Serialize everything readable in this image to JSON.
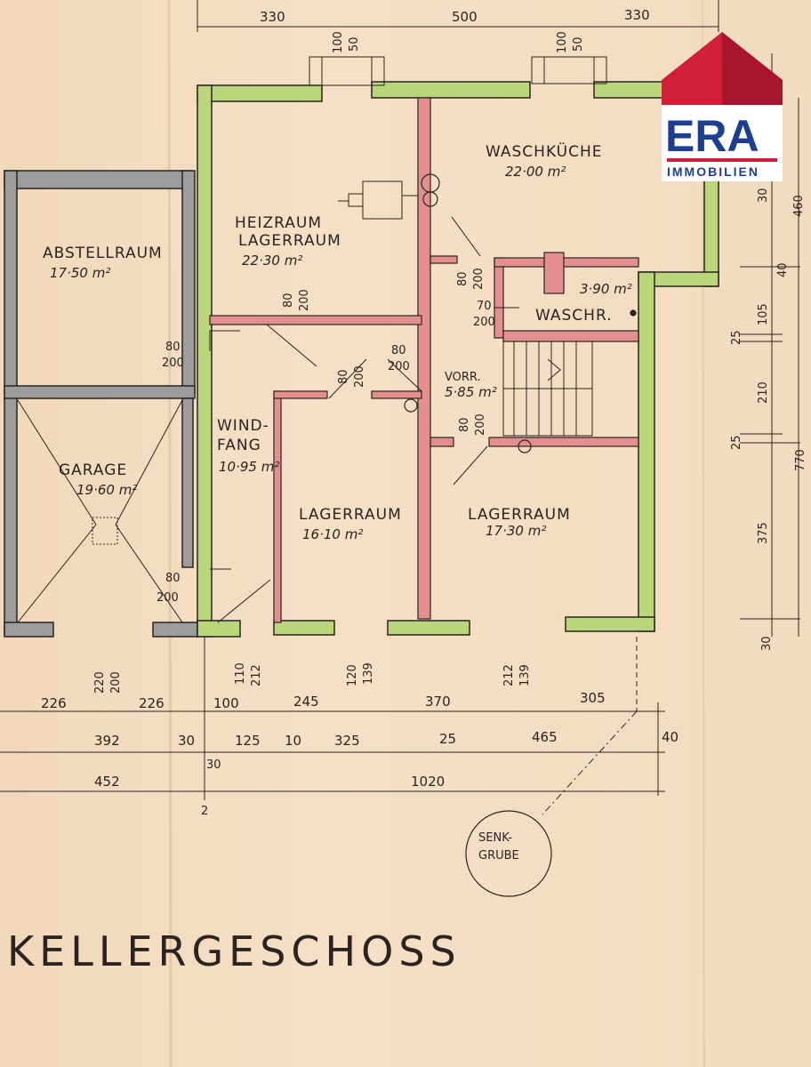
{
  "logo": {
    "brand": "ERA",
    "sub": "IMMOBILIEN",
    "red": "#d11f3b",
    "navy": "#1c3f91"
  },
  "title": "KELLERGESCHOSS",
  "colors": {
    "exterior_wall": "#b9d77a",
    "interior_wall": "#e38f8f",
    "garage_wall": "#9c9c9c",
    "line": "#2a2320"
  },
  "rooms": {
    "abstellraum": {
      "name": "ABSTELLRAUM",
      "area": "17·50 m²"
    },
    "garage": {
      "name": "GARAGE",
      "area": "19·60 m²"
    },
    "heizraum": {
      "name1": "HEIZRAUM",
      "name2": "LAGERRAUM",
      "area": "22·30 m²"
    },
    "waschkueche": {
      "name": "WASCHKÜCHE",
      "area": "22·00 m²"
    },
    "waschr": {
      "name": "WASCHR.",
      "area": "3·90 m²"
    },
    "vorr": {
      "name": "VORR.",
      "area": "5·85 m²"
    },
    "windfang": {
      "name1": "WIND-",
      "name2": "FANG",
      "area": "10·95 m²"
    },
    "lager1": {
      "name": "LAGERRAUM",
      "area": "16·10 m²"
    },
    "lager2": {
      "name": "LAGERRAUM",
      "area": "17·30 m²"
    }
  },
  "senkgrube": {
    "line1": "SENK-",
    "line2": "GRUBE"
  },
  "dims": {
    "top": [
      "330",
      "500",
      "330"
    ],
    "win_top": [
      [
        "100",
        "50"
      ],
      [
        "100",
        "50"
      ]
    ],
    "right_outer": [
      "460",
      "770"
    ],
    "right_inner": [
      "30",
      "40",
      "105",
      "25",
      "210",
      "25",
      "375",
      "30"
    ],
    "doors": {
      "d1": [
        "80",
        "200"
      ],
      "d2": [
        "80",
        "200"
      ],
      "d3": [
        "80",
        "200"
      ],
      "d4": [
        "80",
        "200"
      ],
      "d5": [
        "80",
        "200"
      ],
      "d6": [
        "80",
        "200"
      ],
      "d7": [
        "80",
        "200"
      ],
      "d8": [
        "70",
        "200"
      ]
    },
    "bottom_win": [
      [
        "220",
        "200"
      ],
      [
        "110",
        "212"
      ],
      [
        "120",
        "139"
      ],
      [
        "212",
        "139"
      ]
    ],
    "row1": [
      "226",
      "226",
      "100",
      "245",
      "370",
      "305"
    ],
    "row2": [
      "392",
      "30",
      "125",
      "10",
      "325",
      "25",
      "465",
      "40"
    ],
    "row2_extra": "30",
    "row3": [
      "452",
      "1020"
    ],
    "row3_extra": "2"
  }
}
